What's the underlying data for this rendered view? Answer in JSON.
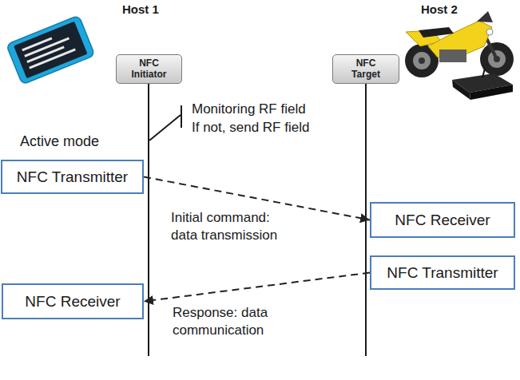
{
  "diagram": {
    "nodes": [
      {
        "text": [
          "NFC Initiator"
        ]
      },
      {
        "text": [
          "NFC Target"
        ]
      },
      {
        "text": [
          "NFC Transmitter"
        ]
      },
      {
        "text": [
          "NFC Receiver"
        ]
      },
      {
        "text": [
          "NFC Transmitter"
        ]
      },
      {
        "text": [
          "NFC Receiver"
        ]
      }
    ],
    "edges": [
      {
        "from": 2,
        "to": 3,
        "arrow": "to",
        "label": "Initial command: data transmission"
      },
      {
        "from": 4,
        "to": 5,
        "arrow": "to",
        "label": "Response: data communication"
      }
    ],
    "labels": [
      "Host 1",
      "Host 2",
      "Monitoring RF field",
      "If not, send RF field",
      "Active mode"
    ]
  }
}
